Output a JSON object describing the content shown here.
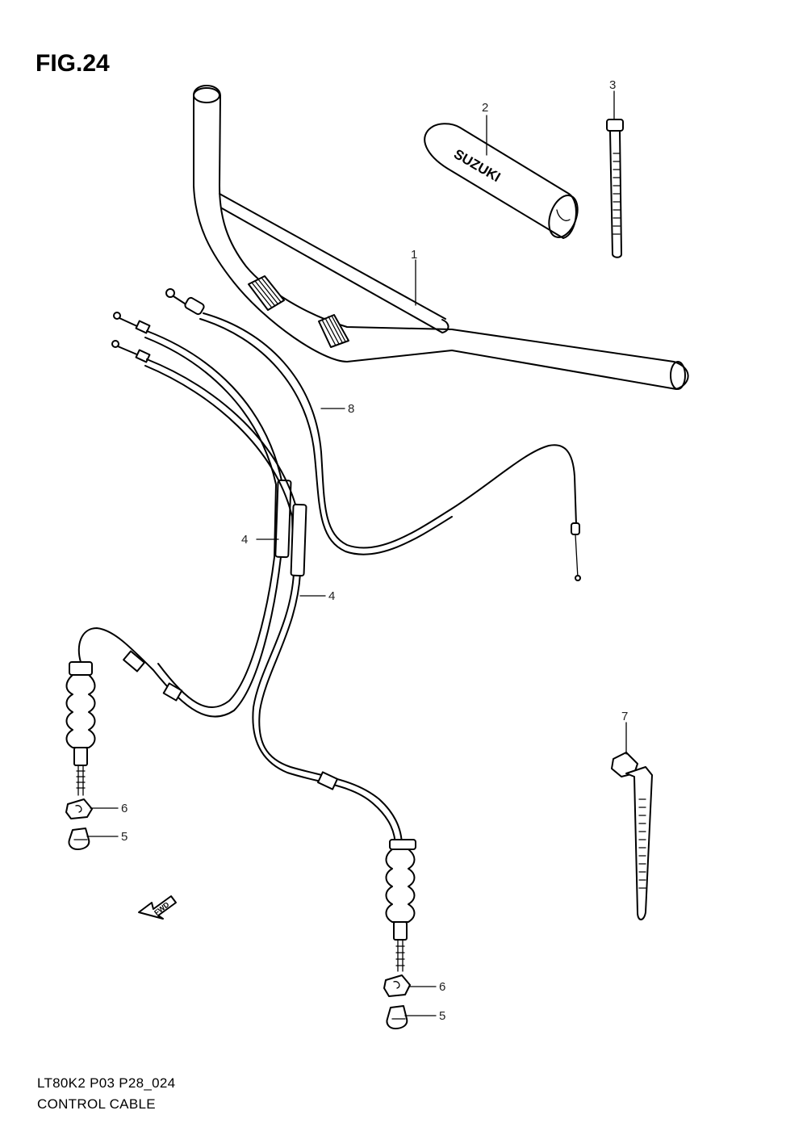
{
  "figure": {
    "title": "FIG.24"
  },
  "footer": {
    "code": "LT80K2 P03 P28_024",
    "caption": "CONTROL CABLE"
  },
  "callouts": [
    {
      "id": "1",
      "label": "1"
    },
    {
      "id": "2",
      "label": "2"
    },
    {
      "id": "3",
      "label": "3"
    },
    {
      "id": "4a",
      "label": "4"
    },
    {
      "id": "4b",
      "label": "4"
    },
    {
      "id": "5a",
      "label": "5"
    },
    {
      "id": "5b",
      "label": "5"
    },
    {
      "id": "6a",
      "label": "6"
    },
    {
      "id": "6b",
      "label": "6"
    },
    {
      "id": "7",
      "label": "7"
    },
    {
      "id": "8",
      "label": "8"
    }
  ],
  "markings": {
    "grip_brand": "SUZUKI",
    "direction_arrow": "FWD"
  },
  "icons": [
    "fwd-arrow-icon"
  ]
}
